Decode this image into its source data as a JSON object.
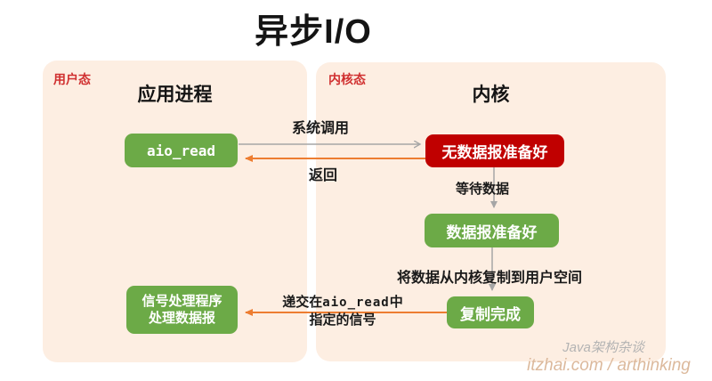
{
  "title": "异步I/O",
  "colors": {
    "panel_bg": "#fdeee2",
    "green": "#6caa47",
    "red": "#c00000",
    "label_red": "#d03030",
    "orange": "#ed7d31",
    "gray": "#a6a6a6",
    "watermark_gray": "#b3b3b3",
    "watermark_tan": "#dcb99c"
  },
  "panels": {
    "user": {
      "tag": "用户态",
      "heading": "应用进程"
    },
    "kernel": {
      "tag": "内核态",
      "heading": "内核"
    }
  },
  "nodes": {
    "aio_read": {
      "label": "aio_read"
    },
    "no_datagram": {
      "label": "无数据报准备好"
    },
    "datagram_ready": {
      "label": "数据报准备好"
    },
    "copy_done": {
      "label": "复制完成"
    },
    "signal_handler": {
      "line1": "信号处理程序",
      "line2": "处理数据报"
    }
  },
  "arrows": {
    "syscall": {
      "label": "系统调用"
    },
    "return": {
      "label": "返回"
    },
    "wait": {
      "label": "等待数据"
    },
    "copy": {
      "label": "将数据从内核复制到用户空间"
    },
    "signal": {
      "line1_prefix": "递交在",
      "line1_code": "aio_read",
      "line1_suffix": "中",
      "line2": "指定的信号"
    }
  },
  "watermark": {
    "brand": "Java架构杂谈",
    "site": "itzhai.com / arthinking"
  }
}
